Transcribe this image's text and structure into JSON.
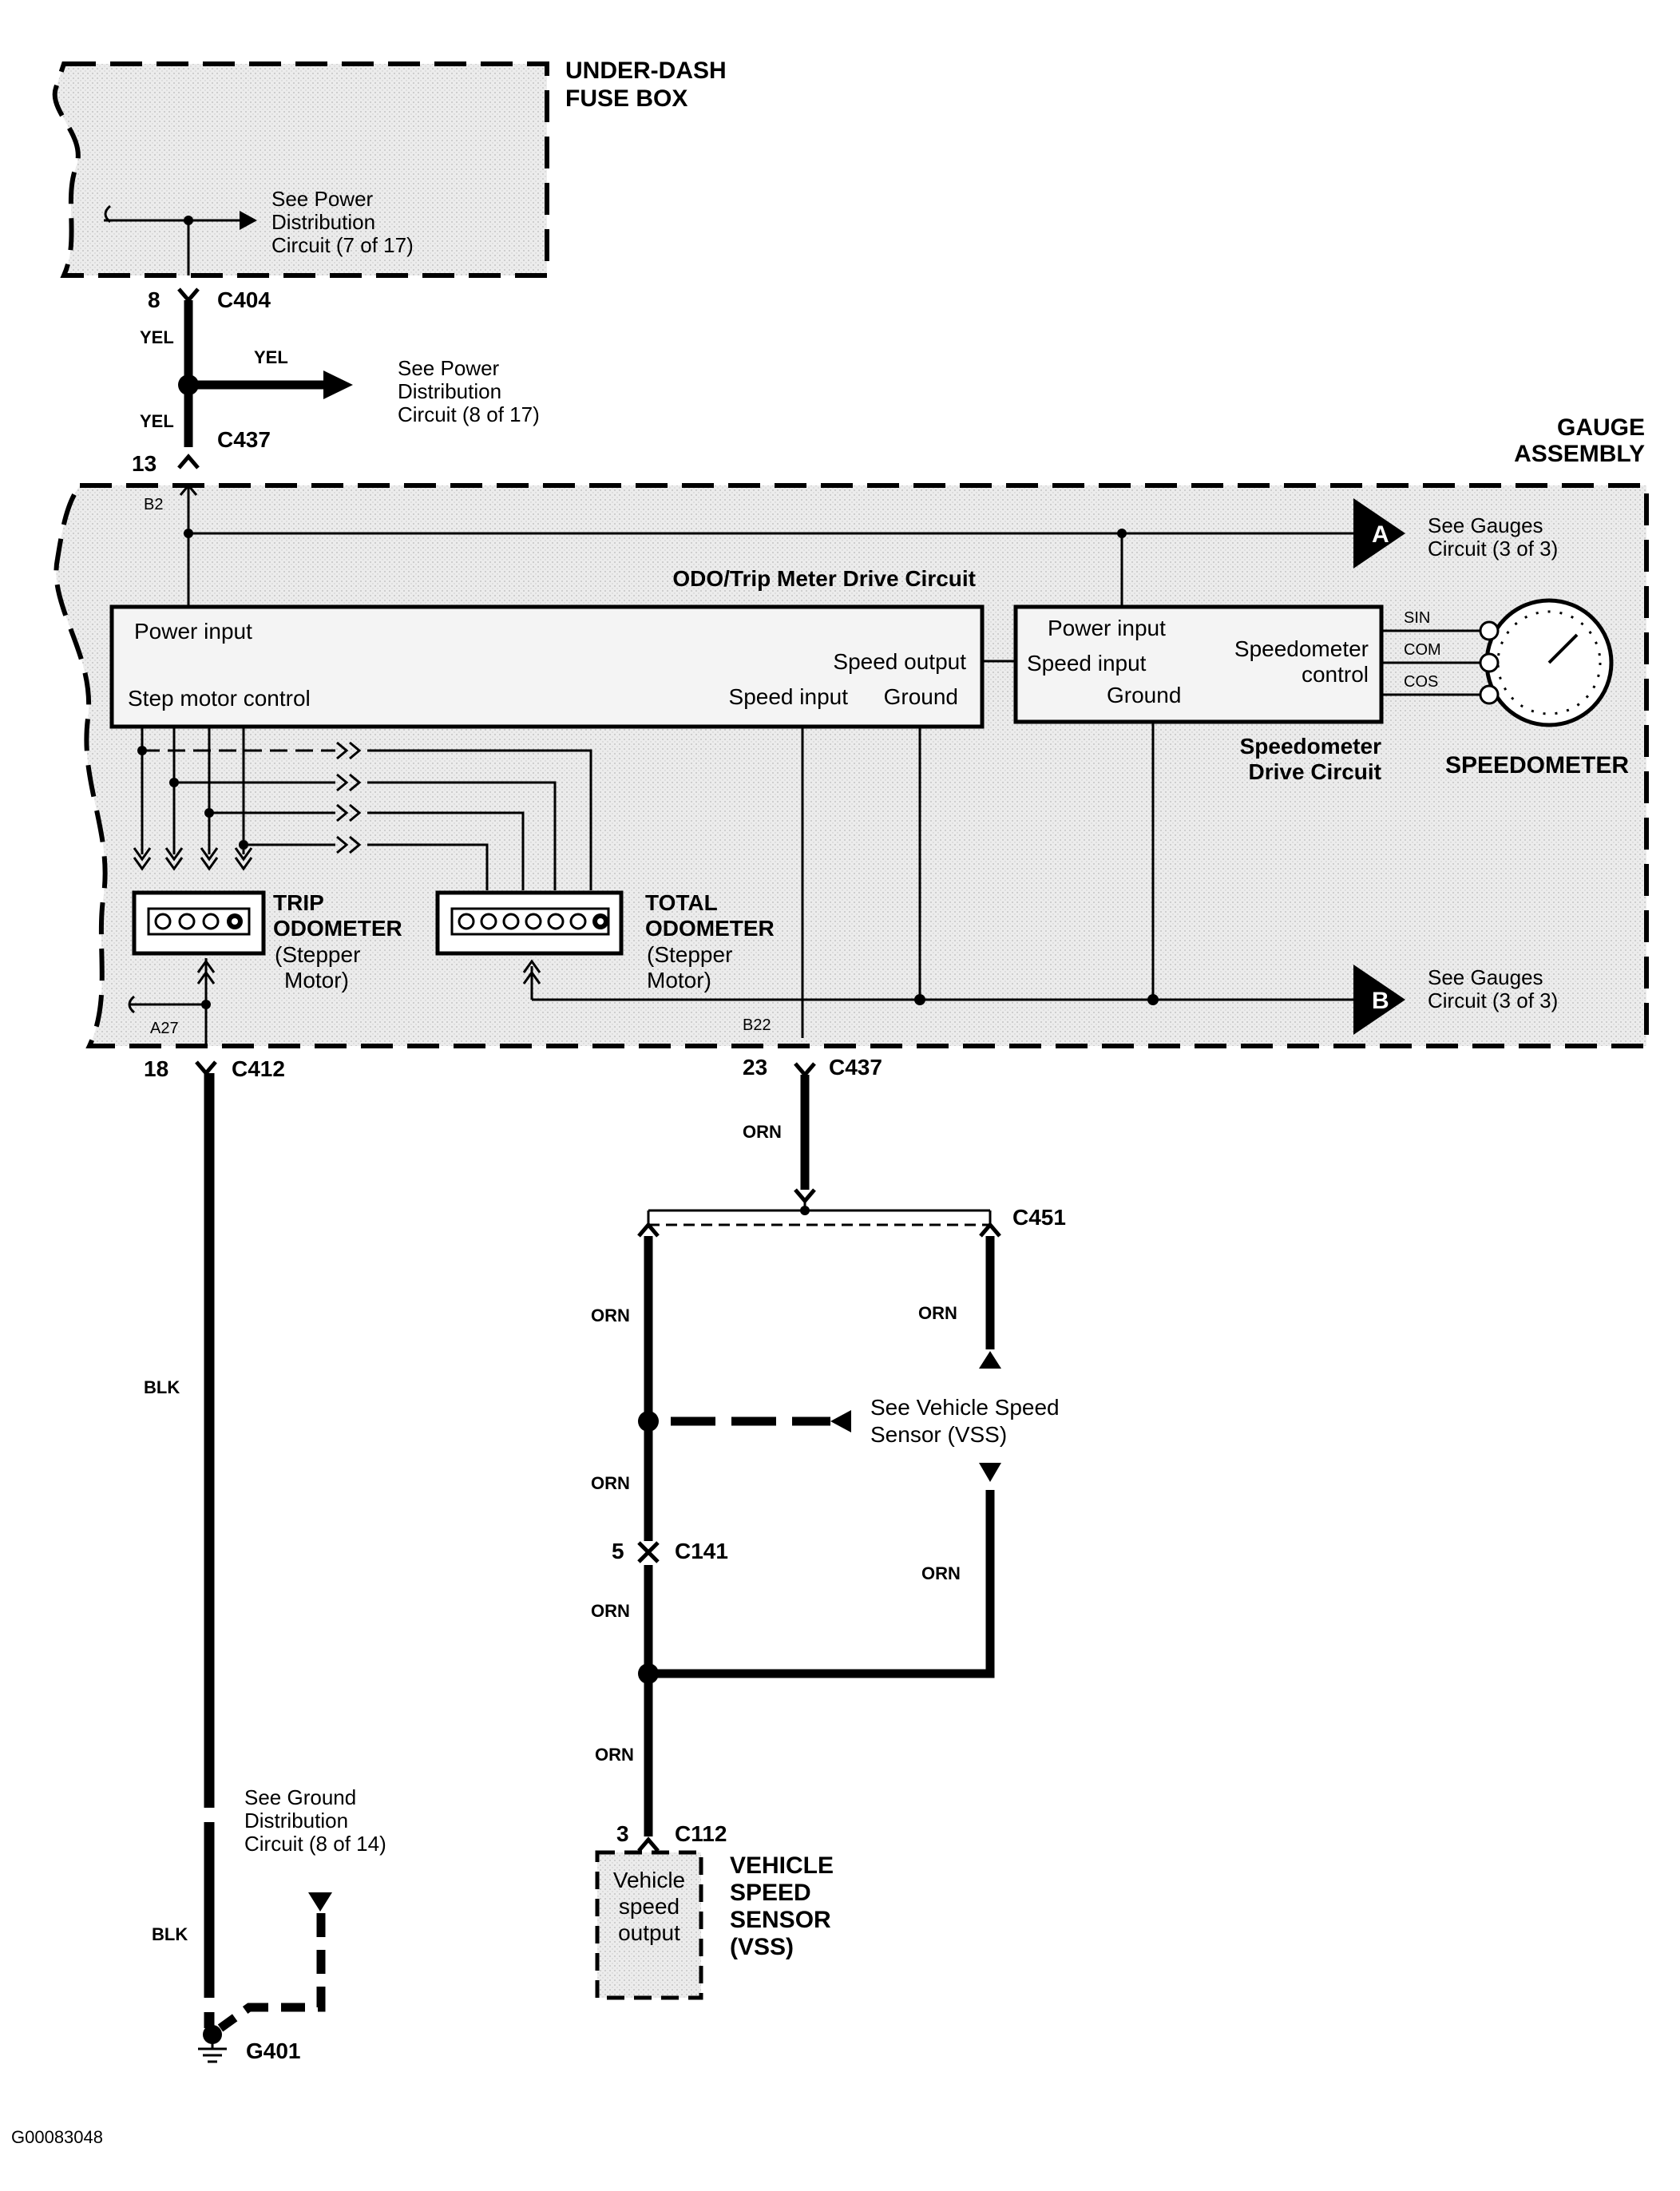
{
  "under_dash": {
    "title_line1": "UNDER-DASH",
    "title_line2": "FUSE BOX",
    "ref_line1": "See Power",
    "ref_line2": "Distribution",
    "ref_line3": "Circuit (7 of 17)"
  },
  "c404": {
    "pin": "8",
    "name": "C404"
  },
  "wire_top": {
    "color_upper": "YEL",
    "color_branch": "YEL",
    "color_lower": "YEL"
  },
  "power_ref": {
    "line1": "See Power",
    "line2": "Distribution",
    "line3": "Circuit (8 of 17)"
  },
  "c437_top": {
    "pin": "13",
    "name": "C437"
  },
  "gauge_assembly": {
    "line1": "GAUGE",
    "line2": "ASSEMBLY",
    "b2": "B2",
    "a27": "A27",
    "b22": "B22"
  },
  "ref_a": {
    "letter": "A",
    "line1": "See Gauges",
    "line2": "Circuit (3 of 3)"
  },
  "ref_b": {
    "letter": "B",
    "line1": "See Gauges",
    "line2": "Circuit (3 of 3)"
  },
  "odo_circuit": {
    "title": "ODO/Trip Meter Drive Circuit",
    "power_input": "Power input",
    "speed_output": "Speed output",
    "step_motor": "Step motor control",
    "speed_input": "Speed input",
    "ground": "Ground"
  },
  "speedo_circuit": {
    "power_input": "Power input",
    "speed_input": "Speed input",
    "ground": "Ground",
    "control_line1": "Speedometer",
    "control_line2": "control",
    "label_line1": "Speedometer",
    "label_line2": "Drive Circuit",
    "sin": "SIN",
    "com": "COM",
    "cos": "COS",
    "gauge_label": "SPEEDOMETER"
  },
  "trip_odo": {
    "line1": "TRIP",
    "line2": "ODOMETER",
    "line3": "(Stepper",
    "line4": "Motor)"
  },
  "total_odo": {
    "line1": "TOTAL",
    "line2": "ODOMETER",
    "line3": "(Stepper",
    "line4": "Motor)"
  },
  "c412": {
    "pin": "18",
    "name": "C412"
  },
  "c437_bottom": {
    "pin": "23",
    "name": "C437"
  },
  "wires": {
    "orn": "ORN",
    "blk": "BLK"
  },
  "c451": {
    "name": "C451"
  },
  "vss_ref": {
    "line1": "See Vehicle Speed",
    "line2": "Sensor (VSS)"
  },
  "c141": {
    "pin": "5",
    "name": "C141"
  },
  "c112": {
    "pin": "3",
    "name": "C112"
  },
  "vss": {
    "inner_line1": "Vehicle",
    "inner_line2": "speed",
    "inner_line3": "output",
    "line1": "VEHICLE",
    "line2": "SPEED",
    "line3": "SENSOR",
    "line4": "(VSS)"
  },
  "ground_ref": {
    "line1": "See Ground",
    "line2": "Distribution",
    "line3": "Circuit (8 of 14)"
  },
  "g401": {
    "name": "G401"
  },
  "figure_id": "G00083048"
}
